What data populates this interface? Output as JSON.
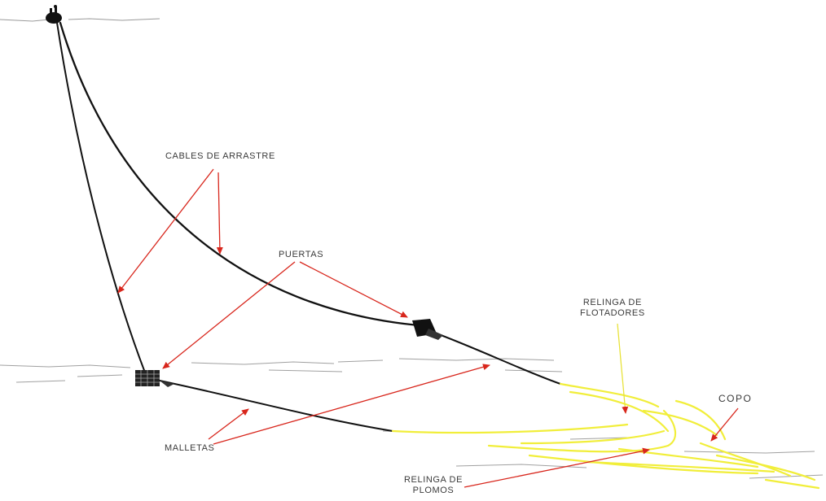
{
  "labels": {
    "cables": "CABLES DE ARRASTRE",
    "puertas": "PUERTAS",
    "relinga_flot_1": "RELINGA DE",
    "relinga_flot_2": "FLOTADORES",
    "copo": "COPO",
    "malletas": "MALLETAS",
    "relinga_plomos_1": "RELINGA DE",
    "relinga_plomos_2": "PLOMOS"
  },
  "colors": {
    "cable": "#111111",
    "arrow": "#d8261c",
    "net": "#f1ee3a",
    "pointer_yellow": "#e8e23a",
    "water": "#9a9a9a",
    "text": "#3a3a3a"
  },
  "icons": {
    "boat": "trawler-boat-icon",
    "door": "otter-board-icon"
  }
}
